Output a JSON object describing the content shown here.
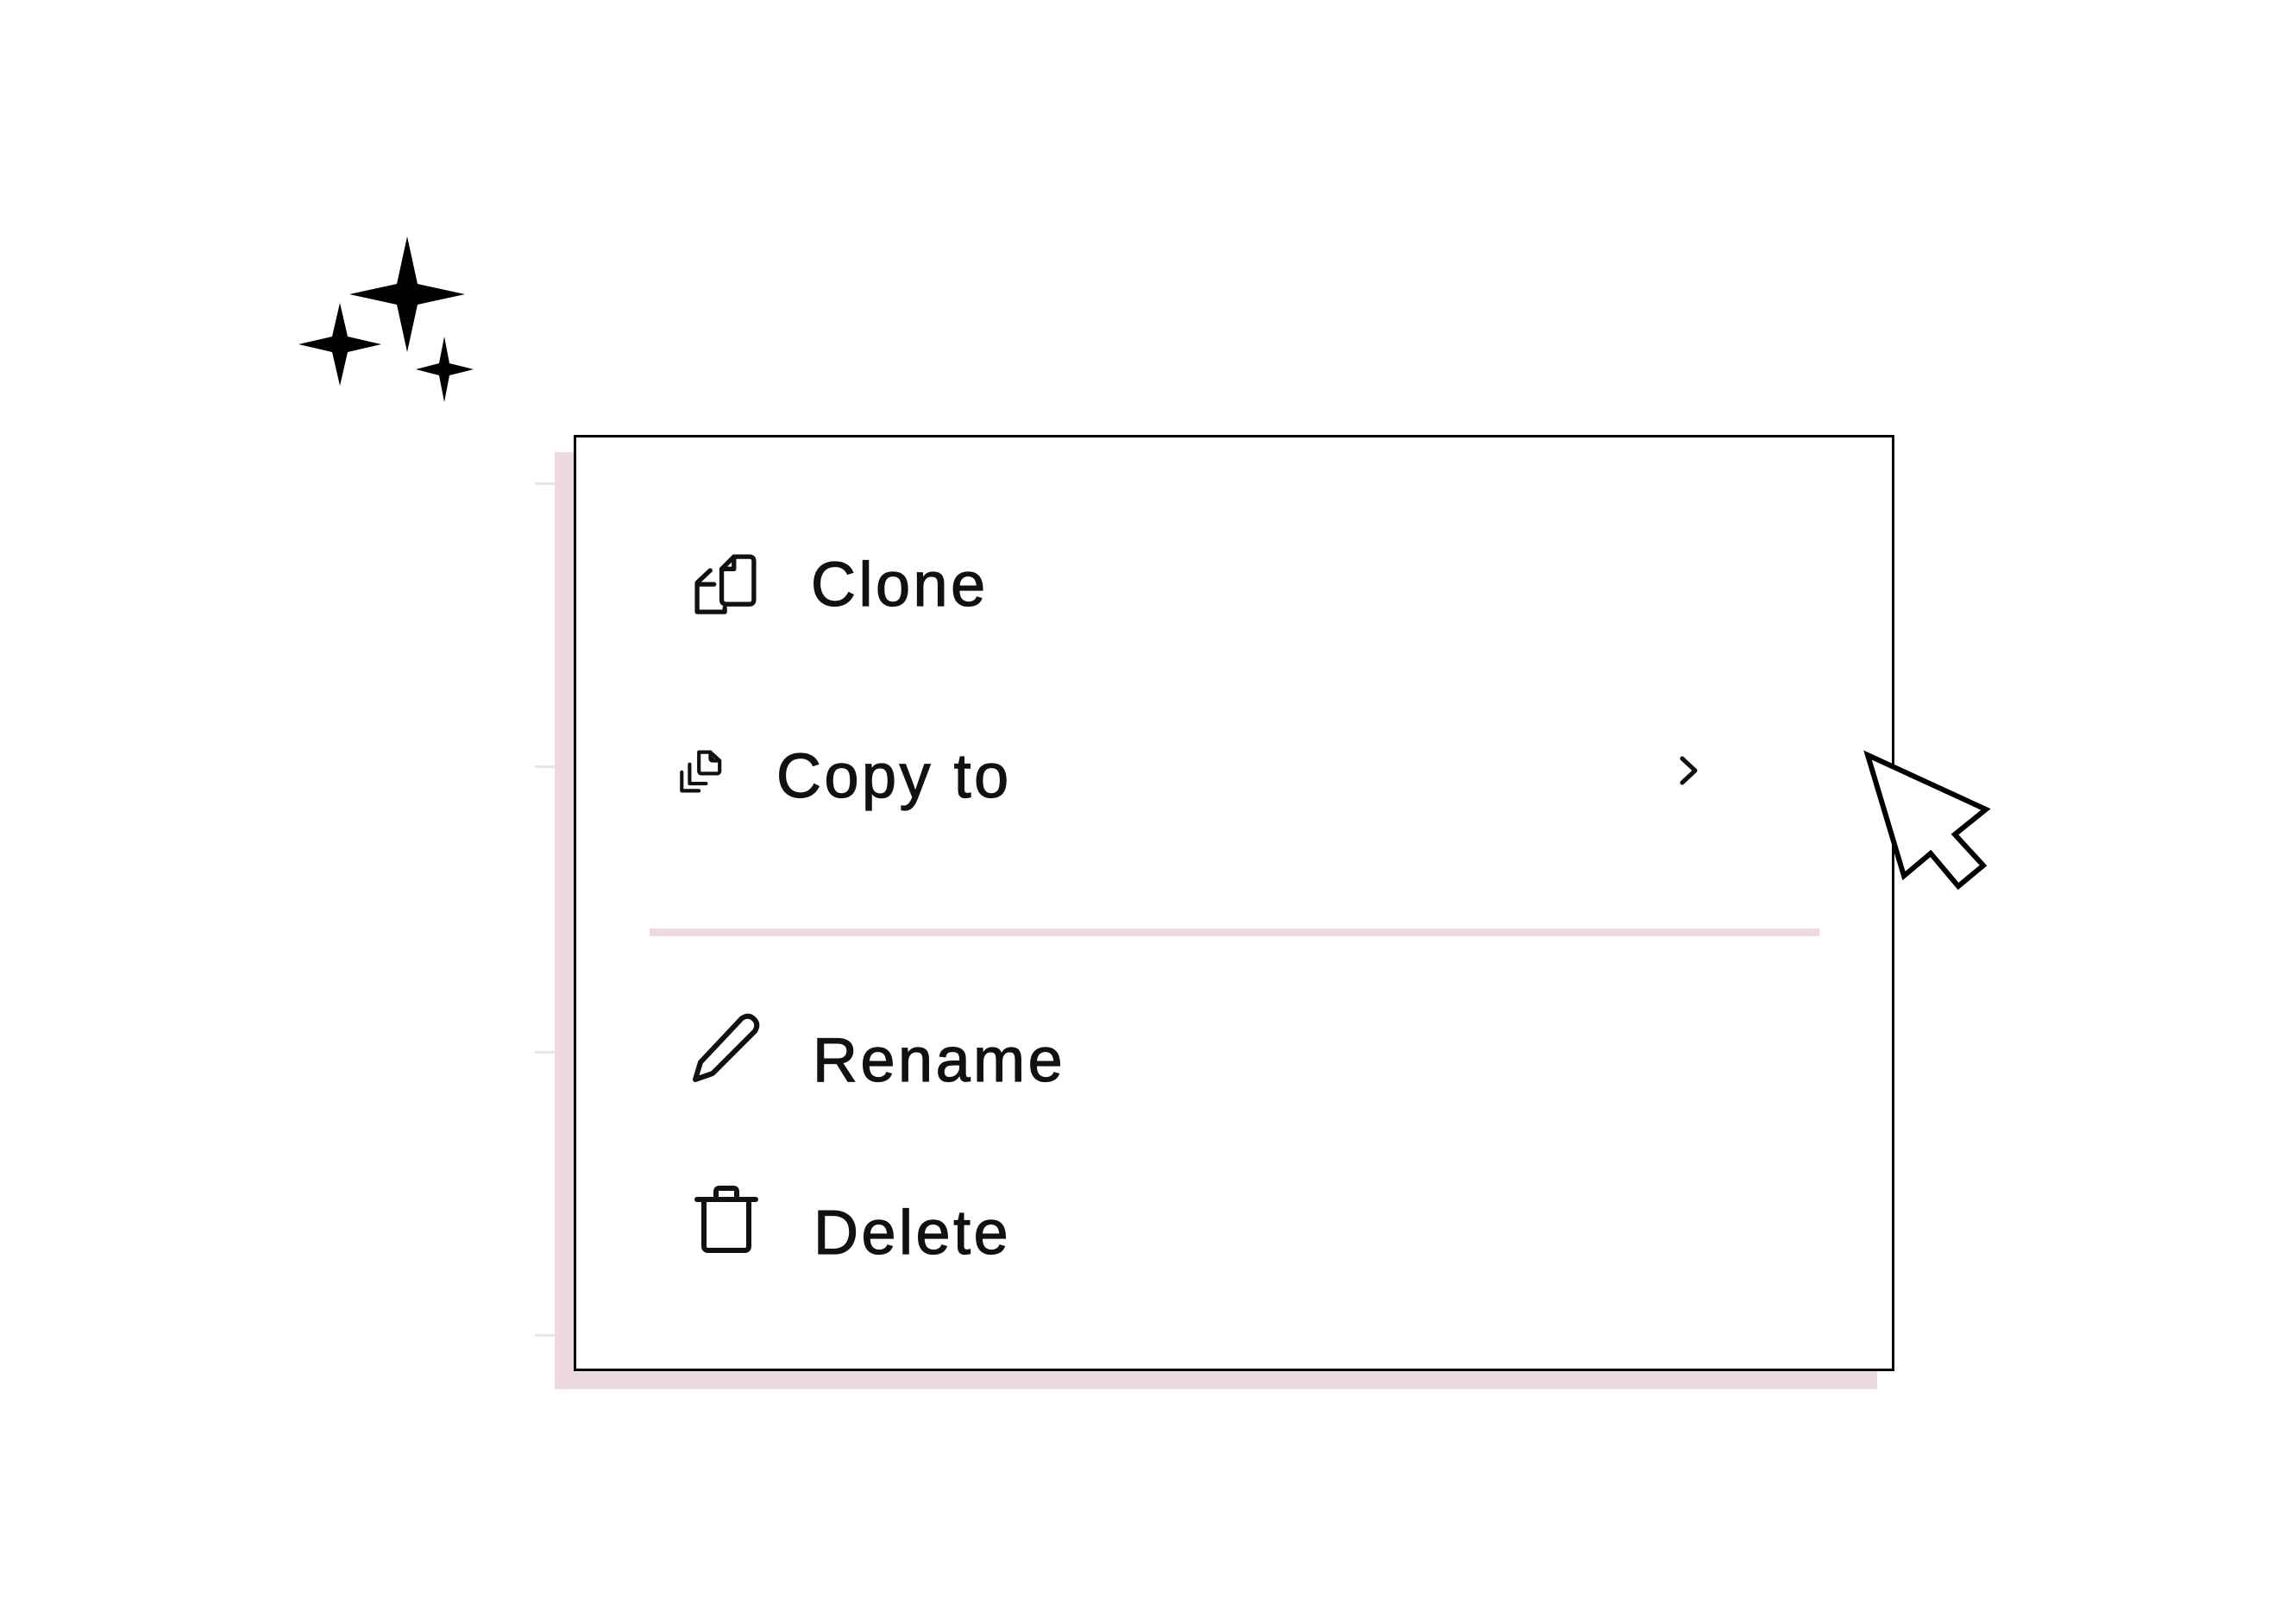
{
  "decoration": {
    "sparkles_icon": "sparkles-icon",
    "cursor_icon": "mouse-pointer-icon"
  },
  "colors": {
    "border": "#000000",
    "shadow": "#efd9e1",
    "divider": "#efd9e1",
    "text": "#111111",
    "ticks": "#e6e6e6"
  },
  "context_menu": {
    "items": [
      {
        "label": "Clone",
        "icon": "clone-icon"
      },
      {
        "label": "Copy to",
        "icon": "copy-to-icon",
        "submenu_icon": "chevron-right-icon"
      },
      {
        "label": "Rename",
        "icon": "pencil-icon"
      },
      {
        "label": "Delete",
        "icon": "trash-icon"
      }
    ]
  }
}
